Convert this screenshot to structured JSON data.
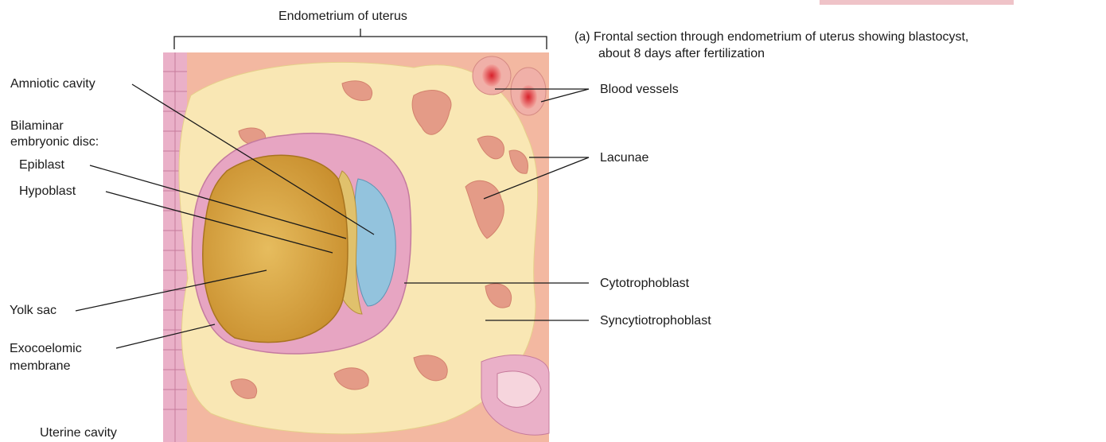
{
  "labels": {
    "endometrium": "Endometrium of uterus",
    "caption_line1": "(a) Frontal section through endometrium of uterus showing blastocyst,",
    "caption_line2": "about 8 days after fertilization",
    "amniotic_cavity": "Amniotic cavity",
    "bilaminar_line1": "Bilaminar",
    "bilaminar_line2": "embryonic disc:",
    "epiblast": "Epiblast",
    "hypoblast": "Hypoblast",
    "yolk_sac": "Yolk sac",
    "exocoelomic_line1": "Exocoelomic",
    "exocoelomic_line2": "membrane",
    "uterine_cavity": "Uterine cavity",
    "blood_vessels": "Blood vessels",
    "lacunae": "Lacunae",
    "cytotrophoblast": "Cytotrophoblast",
    "syncytiotrophoblast": "Syncytiotrophoblast"
  },
  "colors": {
    "endometrium": "#f3b8a1",
    "syncytio": "#f9e7b4",
    "cyto": "#e7a5c2",
    "yolk": "#d8a543",
    "epiblast": "#93c3dd",
    "lacuna": "#e49b87",
    "epithelium": "#eab0c8"
  }
}
